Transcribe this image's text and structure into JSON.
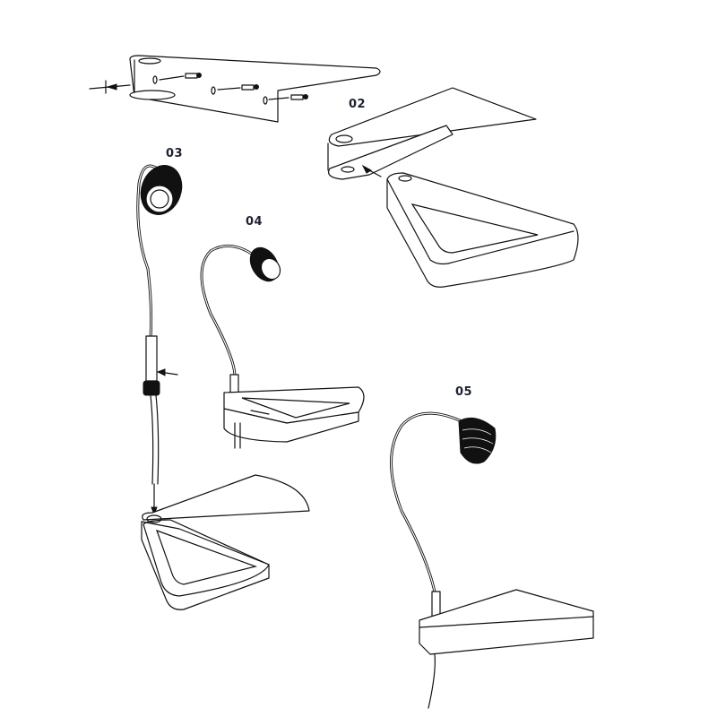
{
  "steps": [
    {
      "label": "02"
    },
    {
      "label": "03"
    },
    {
      "label": "04"
    },
    {
      "label": "05"
    }
  ],
  "colors": {
    "line": "#111111",
    "label": "#1d2230",
    "background": "#ffffff"
  }
}
